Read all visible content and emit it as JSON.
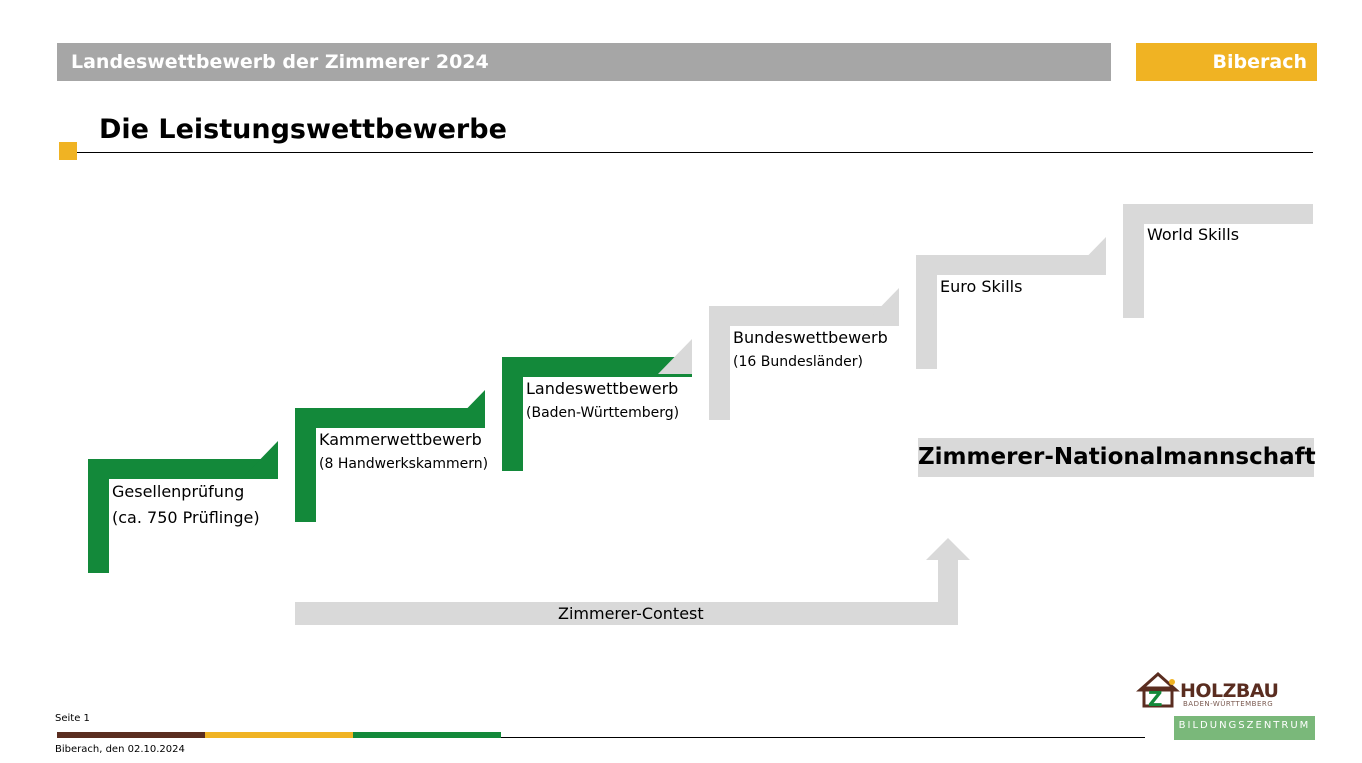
{
  "header": {
    "title": "Landeswettbewerb der Zimmerer 2024",
    "city": "Biberach"
  },
  "page_title": "Die Leistungswettbewerbe",
  "steps": [
    {
      "label": "Gesellenprüfung",
      "sub": "(ca. 750 Prüflinge)",
      "color": "#13893a"
    },
    {
      "label": "Kammerwettbewerb",
      "sub": "(8 Handwerkskammern)",
      "color": "#13893a"
    },
    {
      "label": "Landeswettbewerb",
      "sub": "(Baden-Württemberg)",
      "color": "#13893a"
    },
    {
      "label": "Bundeswettbewerb",
      "sub": "(16 Bundesländer)",
      "color": "#d9d9d9"
    },
    {
      "label": "Euro Skills",
      "sub": "",
      "color": "#d9d9d9"
    },
    {
      "label": "World Skills",
      "sub": "",
      "color": "#d9d9d9"
    }
  ],
  "national_team": "Zimmerer-Nationalmannschaft",
  "contest": "Zimmerer-Contest",
  "footer": {
    "page": "Seite 1",
    "date": "Biberach, den 02.10.2024"
  },
  "logo": {
    "name": "HOLZBAU",
    "sub": "BADEN-WÜRTTEMBERG",
    "band": "BILDUNGSZENTRUM"
  },
  "colors": {
    "accent": "#f0b323",
    "green": "#13893a",
    "grey": "#d9d9d9",
    "brown": "#5a2d20"
  }
}
